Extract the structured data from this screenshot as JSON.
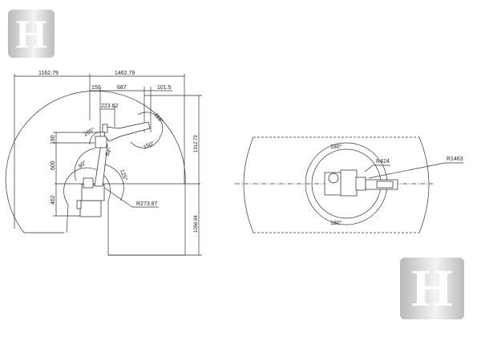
{
  "logo": {
    "text": "H",
    "color": "#c0c0c0"
  },
  "side_view": {
    "dimensions": {
      "reach_back": "1162.79",
      "reach_front": "1462.79",
      "offset_150": "150",
      "arm_687": "687",
      "wrist_101": "101.5",
      "offset_223": "223.82",
      "height_190": "190",
      "height_600": "600",
      "height_462": "462",
      "height_top": "1312.79",
      "height_bottom": "1056.94",
      "radius_inner": "R273.87"
    },
    "angles": {
      "j2_back": "90°",
      "j2_front": "125°",
      "j3_up": "205°",
      "j3_down": "84°",
      "j5_up": "118°",
      "j5_down": "150°"
    }
  },
  "top_view": {
    "angle_top": "180°",
    "angle_bottom": "180°",
    "radius_inner": "R424",
    "radius_outer": "R1463"
  }
}
